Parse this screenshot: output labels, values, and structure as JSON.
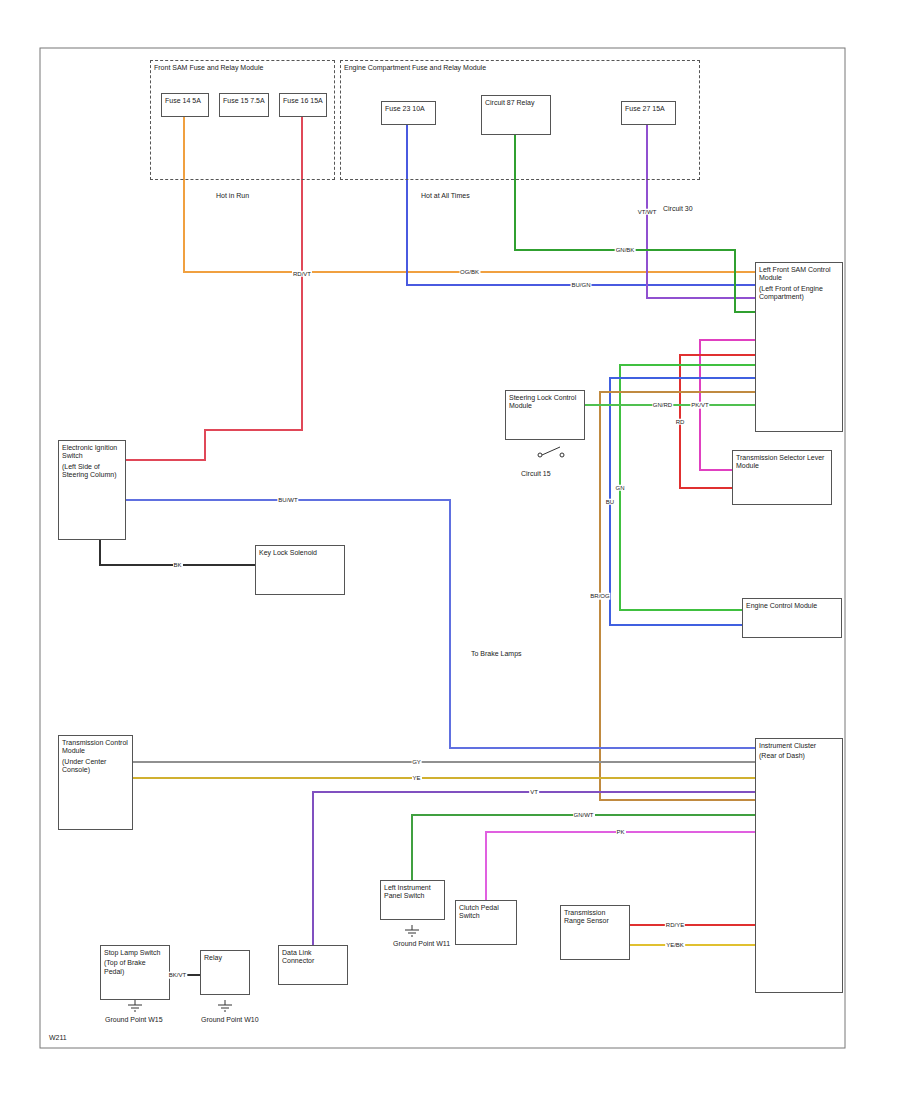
{
  "diagram": {
    "nodes": [
      {
        "text": [
          "Front SAM Fuse and Relay Module"
        ]
      },
      {
        "text": [
          "Fuse 14 5A"
        ],
        "in": 0
      },
      {
        "text": [
          "Fuse 15 7.5A"
        ],
        "in": 0
      },
      {
        "text": [
          "Fuse 16 15A"
        ],
        "in": 0
      },
      {
        "text": [
          "Engine Compartment Fuse and Relay Module"
        ]
      },
      {
        "text": [
          "Fuse 23 10A"
        ],
        "in": 4
      },
      {
        "text": [
          "Circuit 87 Relay"
        ],
        "in": 4
      },
      {
        "text": [
          "Fuse 27 15A"
        ],
        "in": 4
      },
      {
        "text": [
          "Left Front SAM Control Module",
          "(Left Front of Engine Compartment)"
        ]
      },
      {
        "text": [
          "Electronic Ignition Switch",
          "(Left Side of Steering Column)"
        ]
      },
      {
        "text": [
          "Steering Lock Control Module"
        ]
      },
      {
        "text": [
          "Transmission Selector Lever Module"
        ]
      },
      {
        "text": [
          "Engine Control Module"
        ]
      },
      {
        "text": [
          "Key Lock Solenoid"
        ]
      },
      {
        "text": [
          "Transmission Control Module",
          "(Under Center Console)"
        ]
      },
      {
        "text": [
          "Stop Lamp Switch",
          "(Top of Brake Pedal)"
        ]
      },
      {
        "text": [
          "Relay"
        ]
      },
      {
        "text": [
          "Data Link Connector"
        ]
      },
      {
        "text": [
          "Left Instrument Panel Switch"
        ]
      },
      {
        "text": [
          "Clutch Pedal Switch"
        ]
      },
      {
        "text": [
          "Transmission Range Sensor"
        ]
      },
      {
        "text": [
          "Instrument Cluster",
          "(Rear of Dash)"
        ]
      }
    ],
    "edges": [
      {
        "from": 3,
        "to": 9,
        "arrow": "none",
        "label": "RD/VT"
      },
      {
        "from": 1,
        "to": 8,
        "arrow": "none",
        "label": "OG/BK"
      },
      {
        "from": 5,
        "to": 8,
        "arrow": "none",
        "label": "BU/GN"
      },
      {
        "from": 7,
        "to": 8,
        "arrow": "none",
        "label": "VT/WT"
      },
      {
        "from": 6,
        "to": 8,
        "arrow": "none",
        "label": "GN/BK"
      },
      {
        "from": 8,
        "to": 11,
        "arrow": "none",
        "label": "PK/VT"
      },
      {
        "from": 8,
        "to": 11,
        "arrow": "none",
        "label": "RD"
      },
      {
        "from": 8,
        "to": 12,
        "arrow": "none",
        "label": "GN"
      },
      {
        "from": 8,
        "to": 12,
        "arrow": "none",
        "label": "BU"
      },
      {
        "from": 8,
        "to": 21,
        "arrow": "none",
        "label": "BR/OG"
      },
      {
        "from": 9,
        "to": 21,
        "arrow": "none",
        "label": "BU/WT"
      },
      {
        "from": 14,
        "to": 21,
        "arrow": "none",
        "label": "GY"
      },
      {
        "from": 14,
        "to": 21,
        "arrow": "none",
        "label": "YE"
      },
      {
        "from": 15,
        "to": 16,
        "arrow": "none",
        "label": "BK/VT"
      },
      {
        "from": 17,
        "to": 21,
        "arrow": "none",
        "label": "VT"
      },
      {
        "from": 18,
        "to": 21,
        "arrow": "none",
        "label": "GN/WT"
      },
      {
        "from": 19,
        "to": 21,
        "arrow": "none",
        "label": "PK"
      },
      {
        "from": 20,
        "to": 21,
        "arrow": "none",
        "label": "RD/YE"
      },
      {
        "from": 20,
        "to": 21,
        "arrow": "none",
        "label": "YE/BK"
      },
      {
        "from": 10,
        "to": 8,
        "arrow": "none",
        "label": "GN/RD"
      },
      {
        "from": 13,
        "to": 9,
        "arrow": "none",
        "label": "BK"
      }
    ],
    "labels": [
      "Hot in Run",
      "Hot at All Times",
      "Ground Point W15",
      "Ground Point W10",
      "Ground Point W11",
      "Circuit 30",
      "Circuit 15",
      "To Brake Lamps",
      "W211"
    ]
  }
}
